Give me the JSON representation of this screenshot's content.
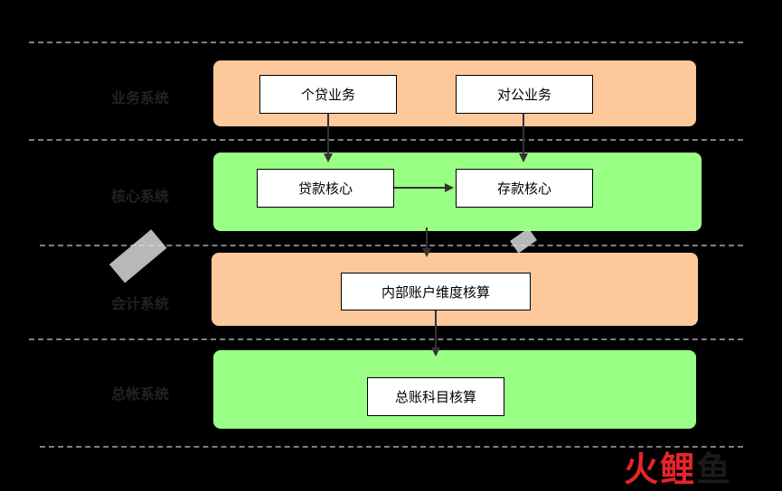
{
  "layers": [
    {
      "label": "业务系统",
      "boxes": [
        "个贷业务",
        "对公业务"
      ]
    },
    {
      "label": "核心系统",
      "boxes": [
        "贷款核心",
        "存款核心"
      ]
    },
    {
      "label": "会计系统",
      "boxes": [
        "内部账户维度核算"
      ]
    },
    {
      "label": "总帐系统",
      "boxes": [
        "总账科目核算"
      ]
    }
  ],
  "colors": {
    "orange_band": "#fec99a",
    "green_band": "#99ff85",
    "background": "#000000"
  },
  "logo": {
    "text": "火鲤鱼"
  }
}
